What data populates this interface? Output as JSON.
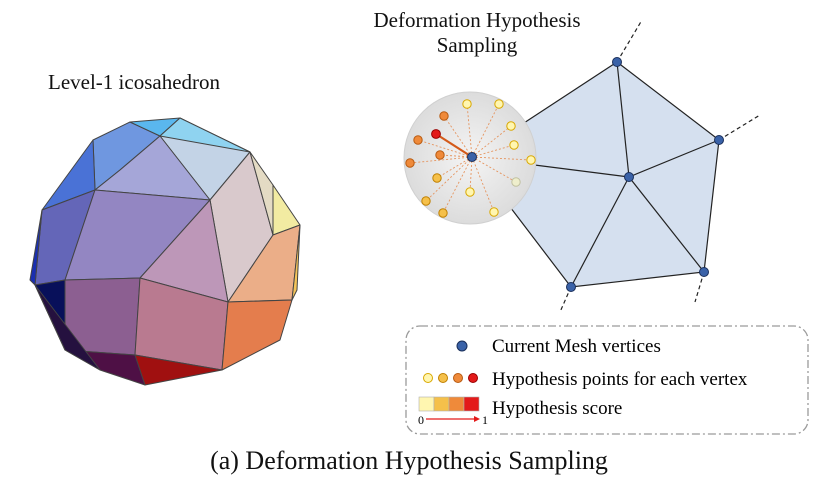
{
  "left_panel": {
    "title": "Level-1 icosahedron"
  },
  "right_panel": {
    "title_line1": "Deformation Hypothesis",
    "title_line2": "Sampling"
  },
  "legend": {
    "items": [
      {
        "label": "Current Mesh vertices"
      },
      {
        "label": "Hypothesis points for each vertex"
      },
      {
        "label": "Hypothesis score"
      }
    ],
    "scale_min": "0",
    "scale_max": "1"
  },
  "caption": "(a) Deformation Hypothesis Sampling",
  "colors": {
    "vertex": "#3a62a8",
    "mesh_fill": "#d5e0ef",
    "hyp_low": "#fff6b0",
    "hyp_mid1": "#f5c04a",
    "hyp_mid2": "#ef8a3a",
    "hyp_high": "#e31a1a",
    "arrow": "#e31a1a"
  }
}
